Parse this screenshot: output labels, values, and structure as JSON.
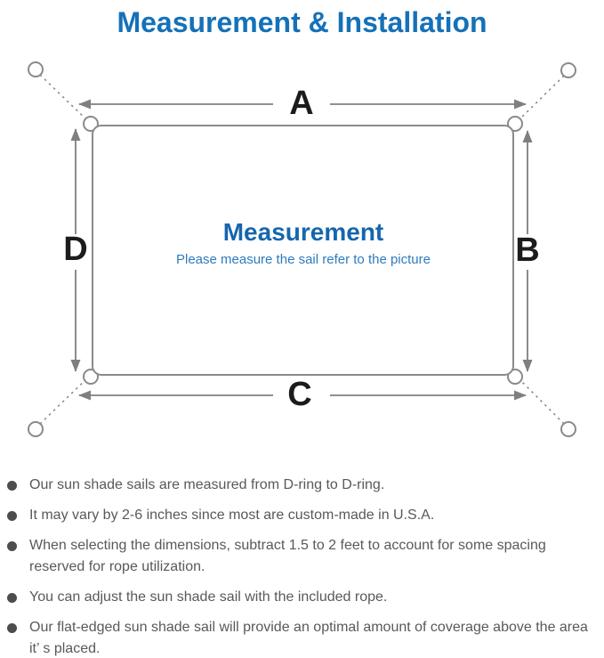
{
  "title": "Measurement & Installation",
  "colors": {
    "title_blue": "#1571b8",
    "diagram_line_gray": "#8a8a8a",
    "arrow_gray": "#7f7f7f",
    "dimension_label_black": "#1c1c1c",
    "center_title_blue": "#1566ae",
    "center_subtitle_blue": "#2e7cbd",
    "note_text_gray": "#595959",
    "bullet_dot_gray": "#4d4d4d"
  },
  "diagram": {
    "labels": {
      "top": "A",
      "right": "B",
      "bottom": "C",
      "left": "D"
    },
    "center_title": "Measurement",
    "center_subtitle": "Please measure the sail refer to the picture"
  },
  "notes": {
    "bullets": [
      "Our sun shade sails are measured from D-ring to D-ring.",
      "It may vary by 2-6 inches since most are custom-made in U.S.A.",
      "When selecting the dimensions, subtract 1.5 to 2 feet to account for some spacing reserved for rope utilization.",
      "You can adjust the sun shade sail with the included rope.",
      "Our flat-edged sun shade sail will provide an optimal amount of coverage above the area it’ s placed."
    ]
  }
}
